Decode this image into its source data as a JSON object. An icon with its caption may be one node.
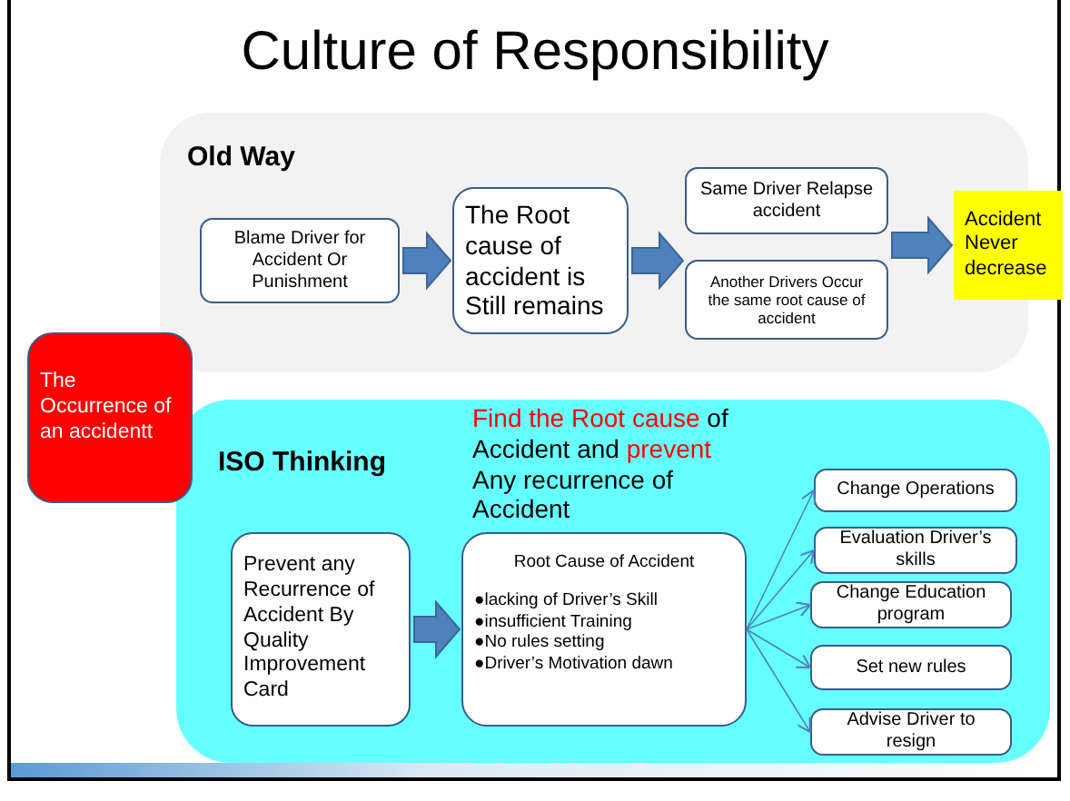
{
  "diagram": {
    "title": "Culture of Responsibility",
    "nodes": [
      {
        "text": [
          "Old Way"
        ]
      },
      {
        "text": [
          "Blame Driver for Accident Or Punishment"
        ],
        "in": 0
      },
      {
        "text": [
          "The Root cause of accident is Still remains"
        ],
        "in": 0
      },
      {
        "text": [
          "Same Driver Relapse accident"
        ],
        "in": 0
      },
      {
        "text": [
          "Another Drivers Occur the same root cause of accident"
        ],
        "in": 0
      },
      {
        "text": [
          "Accident Never decrease"
        ]
      },
      {
        "text": [
          "The Occurrence of an accidentt"
        ]
      },
      {
        "text": [
          "ISO Thinking",
          "**Find the Root cause** of Accident and **prevent** Any recurrence of Accident"
        ]
      },
      {
        "text": [
          "Prevent any Recurrence of Accident By Quality Improvement Card"
        ],
        "in": 7
      },
      {
        "text": [
          "Root Cause of Accident",
          "●lacking of Driver’s Skill",
          "●insufficient Training",
          "●No rules setting",
          "●Driver’s Motivation dawn"
        ],
        "in": 7
      },
      {
        "text": [
          "Change Operations"
        ],
        "in": 7
      },
      {
        "text": [
          "Evaluation Driver’s skills"
        ],
        "in": 7
      },
      {
        "text": [
          "Change Education program"
        ],
        "in": 7
      },
      {
        "text": [
          "Set new rules"
        ],
        "in": 7
      },
      {
        "text": [
          "Advise Driver to resign"
        ],
        "in": 7
      }
    ],
    "edges": [
      {
        "from": 1,
        "to": 2,
        "arrow": "to",
        "style": "thick"
      },
      {
        "from": 2,
        "to": 3,
        "arrow": "to",
        "style": "thick"
      },
      {
        "from": 2,
        "to": 4,
        "arrow": "to",
        "style": "thick"
      },
      {
        "from": 3,
        "to": 5,
        "arrow": "to",
        "style": "thick"
      },
      {
        "from": 4,
        "to": 5,
        "arrow": "to",
        "style": "thick"
      },
      {
        "from": 8,
        "to": 9,
        "arrow": "to",
        "style": "thick"
      },
      {
        "from": 9,
        "to": 10,
        "arrow": "to"
      },
      {
        "from": 9,
        "to": 11,
        "arrow": "to"
      },
      {
        "from": 9,
        "to": 12,
        "arrow": "to"
      },
      {
        "from": 9,
        "to": 13,
        "arrow": "to"
      },
      {
        "from": 9,
        "to": 14,
        "arrow": "to"
      }
    ]
  }
}
